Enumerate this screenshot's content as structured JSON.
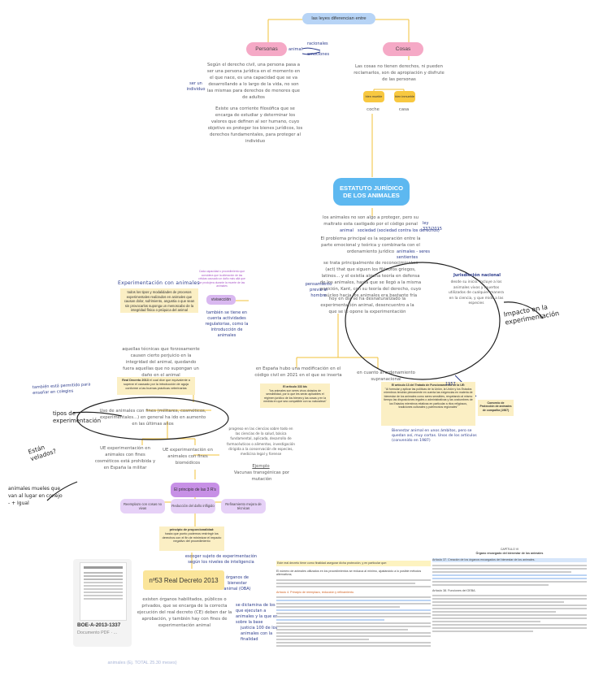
{
  "title": "las leyes diferencian entre",
  "personas": "Personas",
  "cosas": "Cosas",
  "personas_branches": [
    "animal",
    "racionales",
    "emociones"
  ],
  "personas_text": "Según el derecho civil, una persona pasa a ser una persona jurídica en el momento en el que nace, es una capacidad que se va desarrollando a lo largo de la vida, no son las mismas para derechos de menores que de adultos",
  "personas_side": "ser un individuo",
  "personas_text2": "Existe una corriente filosófica que se encarga de estudiar y determinar los valores que definen al ser humano, cuyo objetivo es proteger los bienes jurídicos, los derechos fundamentales, para proteger al individuo",
  "cosas_text": "Las cosas no tienen derechos, ni pueden reclamarlos, son de apropiación y disfrute de las personas",
  "bien_mueble": "bien mueble",
  "bien_inmueble": "bien inmueble",
  "coche": "coche",
  "casa": "casa",
  "estatuto": "ESTATUTO JURÍDICO DE LOS ANIMALES",
  "estatuto_text": "los animales no son algo a proteger, pero su maltrato esta castigado por el código penal",
  "estatuto_note1": "ley 337/2015",
  "estatuto_note2": "sociedad (sociedad contra los derechos)",
  "estatuto_note3": "animal",
  "problema_text": "El problema principal es la separación entre la parte emocional y teórica y combinarla con el ordenamiento jurídico",
  "problema_note": "animales - seres sentientes",
  "reconocimientos_text": "se trata principalmente de reconocimientos (act) that que siguen los filósofos griegos, latinos... y el existía alguna teoría en defensa de los animales, hasta que se llegó a la misma posición, Kant, con su teoría del derecho, cuyo núcleo hacia los animales era bastante fría",
  "reconocimientos_note": "pensamiento previo al hombre",
  "desnaturalidad_text": "hoy en día se ha desnaturalizado la experimentación animal, desencuentro a la que se le opone la experimentación",
  "desnaturalidad_note": "desencuentro",
  "impacto": "Impacto en la experimentación",
  "experimentacion_header": "Experimentación con animales",
  "experimentacion_text": "todos los tipos y modalidades de procesos experimentales realizados en animales que causan dolor, sufrimiento, angustia o que sean sin provocarlos suponga un menoscabo de la integridad física o psíquica del animal",
  "vivi_note": "Cada capacidad o procedimiento que considera que la alteración de las células causado un daño más allá que se produjera durante la muerte de las animales",
  "vivisection": "vivisección",
  "vivi_side": "también se tiene en cuenta actividades regulatorias, como la introducción de animales",
  "tecnicas_text": "aquellas técnicas que forzosamente causen cierto perjuicio en la integridad del animal, quedando fuera aquellas que no supongan un daño en el animal",
  "jurisdic_note": "Jurisdicción nacional",
  "jurisdic_text": "desde su inicio. Incluye a los animales vivos y muertos utilizados de cualquier manera en la ciencia, y que mide a las especies",
  "espana_text": "en España hubo una modificación en el código civil en 2021 en el que se inserta",
  "articulo333_title": "El artículo 333 bis",
  "articulo333_text": "\"los animales son seres vivos dotados de sensibilidad, por lo que les serán aplicables el régimen jurídico de los bienes y las cosas y en la medida en que sea compatible con su naturaleza\"",
  "ordenamiento_text": "en cuanto al ordenamiento supranacional",
  "tfue_title": "El artículo 13 del Tratado de Funcionamiento de la UE:",
  "tfue_text": "\"Al formular y aplicar las políticas de la Unión, la Unión y los Estados miembros tendrán plenamente en cuenta las exigencias en materia de bienestar de los animales como seres sensibles, respetando al mismo tiempo las disposiciones legales o administrativas y las costumbres de los Estados miembros relativas en particular a ritos religiosos, tradiciones culturales y patrimonios regionales\"",
  "tfue_note": "1957",
  "convenio_text": "Convenio de Protección de animales de compañía (1987)",
  "bienestar_text": "Bienestar animal en unos ámbitos, pero se quedan así, muy cortas. Unos de los artículos (convenido en 1987)",
  "permitido_note": "también está permitido para enseñar en colegios",
  "rd_box_title": "Real Decreto 2013",
  "rd_box_text": "el cual dice que equivalente a superar el causado por la introducción de aguja conforme a las buenas prácticas veterinarias",
  "fines_text": "Uso de animales con fines (militares, cosméticos, experimentales...) en general ha ido en aumento en las últimas años",
  "tipos_text": "tipos de experimentación",
  "estan_text": "Están velados?",
  "ue_left": "UE experimentación en animales con fines cosméticos está prohibida y en España la militar",
  "ue_right": "UE experimentación en animales con fines biomédicos",
  "progreso_text": "progreso en las ciencias sobre todo en las ciencias de la salud, básica fundamental, aplicada, desarrollo de farmacéuticos o alimentos, investigación dirigida a la conservación de especies, medicina legal y forense",
  "ejemplo_label": "Ejemplo",
  "ejemplo_text": "Vacunas transgénicas por mutación",
  "principio_title": "El principio de las 3 R's",
  "reemplazo": "Reemplazo con cosas no vivas",
  "reduccion": "Reducción del daño infligido",
  "refinamiento": "Refinamiento mejora de técnicas",
  "proporcionalidad_title": "principio de proporcionalidad:",
  "proporcionalidad_text": "hasta que punto podemos restringir los derechos con el fin de minimizar el impacto negativo del procedimiento",
  "escoger_text": "escoger sujeto de experimentación según los niveles de inteligencia",
  "rd53": "nº53 Real Decreto 2013",
  "rd53_text": "existen órganos habilitados, públicos o privados, que se encarga de la correcta ejecución del real decreto (CE) deben dar la aprobación, y también hay con fines de experimentación animal",
  "osa_text": "órganos de bienestar animal (OBA)",
  "ley_text": "se dictamina de los que ejecutan a animales y la que es sobre la base",
  "justicia_text": "justicia 100 de los animales con la finalidad",
  "animales_muslos": "animales mueles que van al lugar en conejo - + Igual",
  "boe_title": "BOE-A-2013-1337",
  "boe_sub": "Documento PDF · ...",
  "bottom_note": "animales (Ej. TOTAL 25.30 meses)",
  "doc_mid_header": "Artículo 4. Principio de reemplazo, reducción y refinamiento.",
  "doc_mid_para1": "Este real decreto tiene como finalidad asegurar dicha protección, y en particular que:",
  "doc_mid_para2": "El número de animales utilizados en los procedimientos se reduzca al mínimo, ajustándolo a lo posible métodos alternativos;",
  "doc_right_capitulo": "CAPÍTULO VI",
  "doc_right_title": "Órgano encargado del bienestar de los animales",
  "doc_right_art37": "Artículo 37. Creación de los órganos encargados del bienestar de los animales.",
  "doc_right_art38": "Artículo 38. Funciones del OEBA."
}
